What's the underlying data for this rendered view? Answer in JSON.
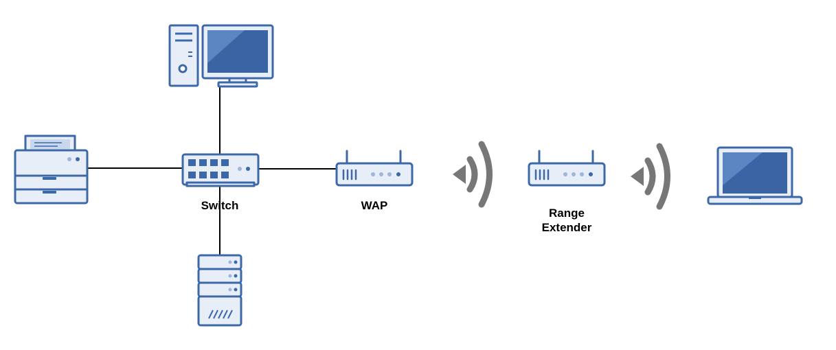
{
  "colors": {
    "device_fill": "#e8eef7",
    "device_stroke": "#3d68a8",
    "screen": "#3a64a4",
    "screen_light": "#5c86c2",
    "cable": "#000000",
    "wireless": "#777777",
    "label": "#000000"
  },
  "labels": {
    "switch": "Switch",
    "wap": "WAP",
    "extender_line1": "Range",
    "extender_line2": "Extender"
  },
  "devices": [
    {
      "name": "desktop-computer-icon"
    },
    {
      "name": "printer-icon"
    },
    {
      "name": "network-switch-icon"
    },
    {
      "name": "server-icon"
    },
    {
      "name": "wireless-access-point-icon"
    },
    {
      "name": "range-extender-icon"
    },
    {
      "name": "laptop-icon"
    }
  ],
  "connections": [
    {
      "from": "Switch",
      "to": "desktop computer",
      "type": "wired"
    },
    {
      "from": "Switch",
      "to": "printer",
      "type": "wired"
    },
    {
      "from": "Switch",
      "to": "server",
      "type": "wired"
    },
    {
      "from": "Switch",
      "to": "WAP",
      "type": "wired"
    },
    {
      "from": "WAP",
      "to": "Range Extender",
      "type": "wireless"
    },
    {
      "from": "Range Extender",
      "to": "laptop",
      "type": "wireless"
    }
  ]
}
